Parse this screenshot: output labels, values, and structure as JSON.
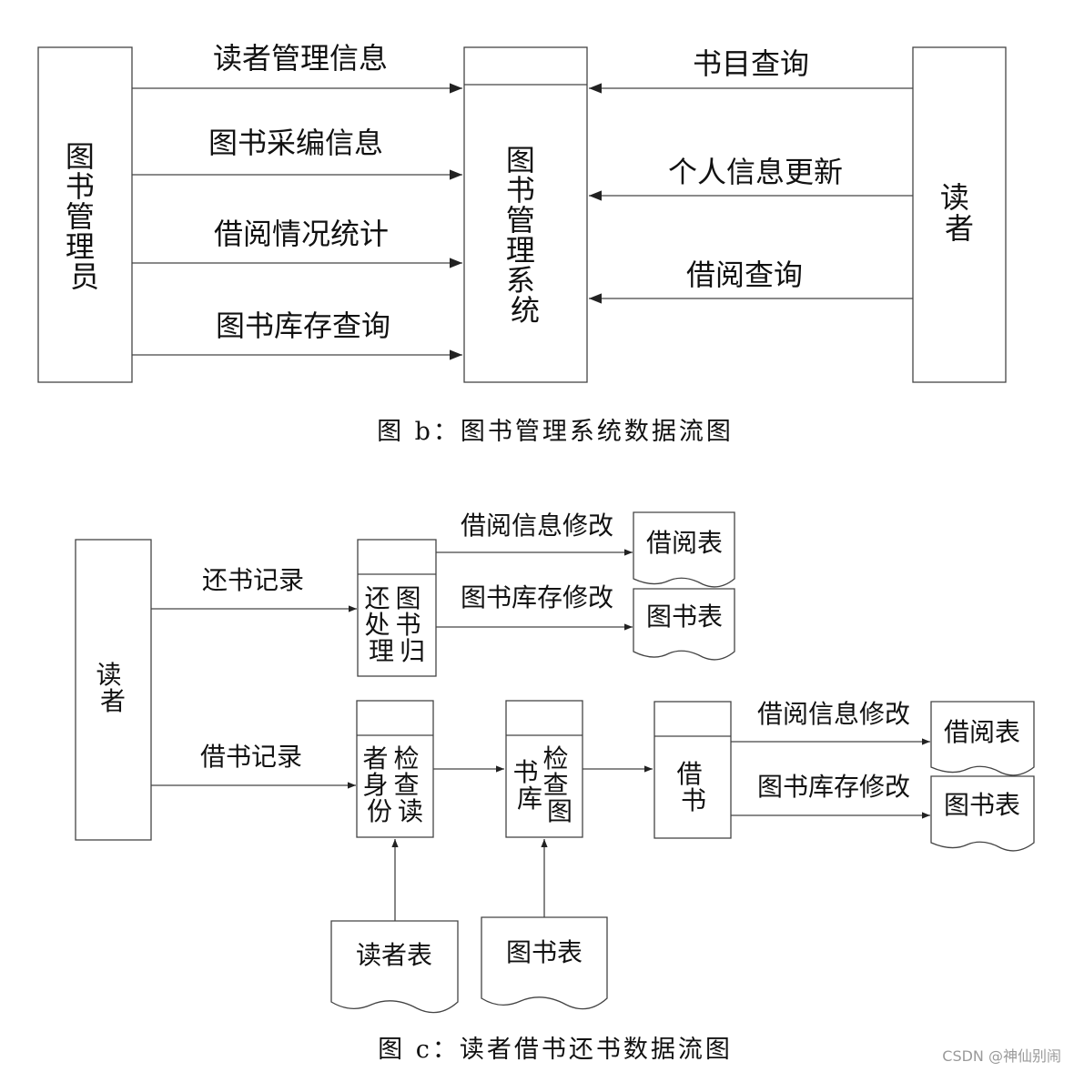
{
  "top": {
    "admin": "图书管理员",
    "system": "图书管理系统",
    "reader": "读者",
    "flows_in_left": [
      "读者管理信息",
      "图书采编信息",
      "借阅情况统计",
      "图书库存查询"
    ],
    "flows_in_right": [
      "书目查询",
      "个人信息更新",
      "借阅查询"
    ],
    "caption": "图 b：图书管理系统数据流图"
  },
  "bottom": {
    "reader": "读者",
    "return_record": "还书记录",
    "borrow_record": "借书记录",
    "return_proc_col1": "还处理",
    "return_proc_col2": "图书归",
    "check_reader_col1": "者身份",
    "check_reader_col2": "检查读",
    "check_book_col1": "书库",
    "check_book_col2": "检查图",
    "borrow_proc": "借书",
    "borrow_info_mod": "借阅信息修改",
    "book_stock_mod": "图书库存修改",
    "borrow_table": "借阅表",
    "book_table": "图书表",
    "reader_table": "读者表",
    "caption": "图 c：读者借书还书数据流图"
  },
  "watermark": "CSDN @神仙别闹",
  "colors": {
    "line": "#444444",
    "text": "#111111",
    "watermark": "#9a9a9a"
  }
}
